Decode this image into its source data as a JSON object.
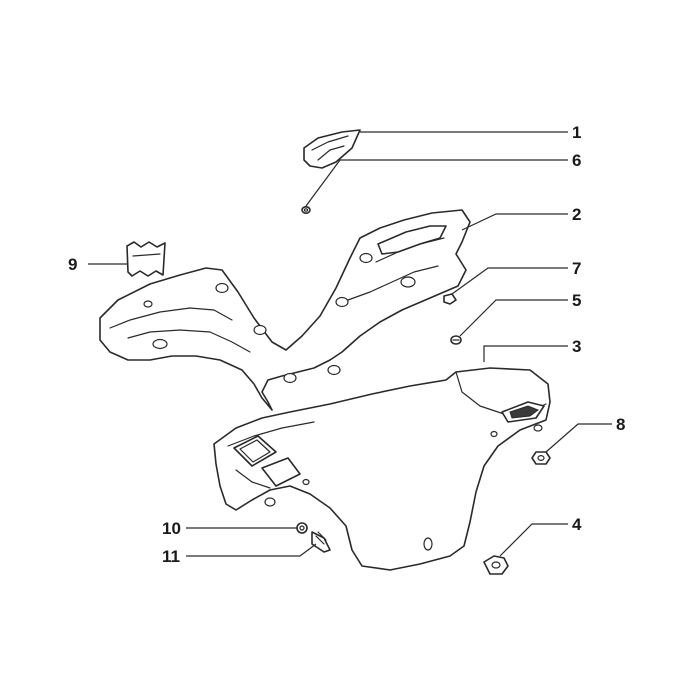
{
  "callouts": [
    {
      "id": "c1",
      "label": "1"
    },
    {
      "id": "c6",
      "label": "6"
    },
    {
      "id": "c2",
      "label": "2"
    },
    {
      "id": "c9",
      "label": "9"
    },
    {
      "id": "c7",
      "label": "7"
    },
    {
      "id": "c5",
      "label": "5"
    },
    {
      "id": "c3",
      "label": "3"
    },
    {
      "id": "c8",
      "label": "8"
    },
    {
      "id": "c10",
      "label": "10"
    },
    {
      "id": "c4",
      "label": "4"
    },
    {
      "id": "c11",
      "label": "11"
    }
  ]
}
